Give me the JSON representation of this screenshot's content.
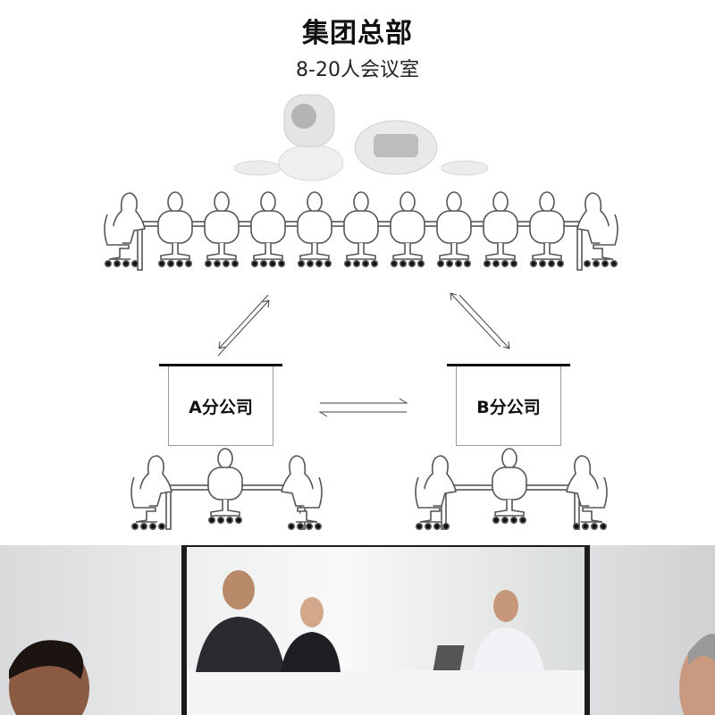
{
  "header": {
    "title": "集团总部",
    "subtitle": "8-20人会议室"
  },
  "branches": [
    {
      "label": "A分公司"
    },
    {
      "label": "B分公司"
    }
  ],
  "colors": {
    "line": "#555555",
    "wheel": "#111111",
    "screen_bar": "#111111"
  }
}
